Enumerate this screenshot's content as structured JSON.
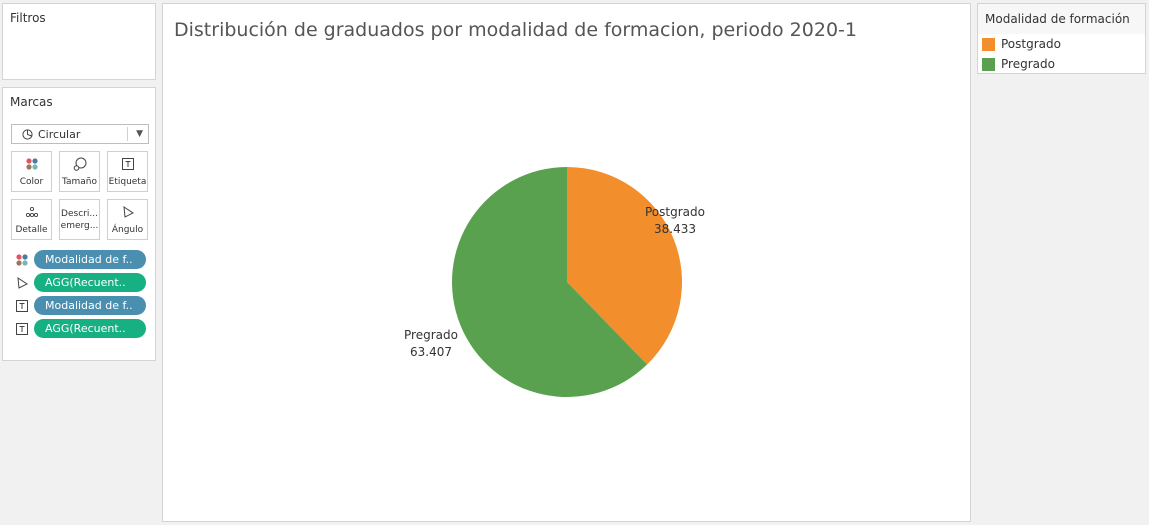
{
  "filters": {
    "title": "Filtros"
  },
  "marks": {
    "title": "Marcas",
    "mark_type": "Circular",
    "buttons": {
      "color": "Color",
      "size": "Tamaño",
      "label": "Etiqueta",
      "detail": "Detalle",
      "tooltip": "Descri… emerg…",
      "tooltip_line1": "Descri...",
      "tooltip_line2": "emerg...",
      "angle": "Ángulo"
    },
    "pills": [
      {
        "icon": "color-dots-icon",
        "label": "Modalidad de f..",
        "color": "#4a8fb0"
      },
      {
        "icon": "angle-icon",
        "label": "AGG(Recuent..",
        "color": "#17b082"
      },
      {
        "icon": "label-text-icon",
        "label": "Modalidad de f..",
        "color": "#4a8fb0"
      },
      {
        "icon": "label-text-icon",
        "label": "AGG(Recuent..",
        "color": "#17b082"
      }
    ]
  },
  "view": {
    "title": "Distribución de graduados por modalidad de formacion, periodo 2020-1"
  },
  "legend": {
    "title": "Modalidad de formación",
    "items": [
      {
        "label": "Postgrado",
        "color": "#f28e2b"
      },
      {
        "label": "Pregrado",
        "color": "#59a14f"
      }
    ]
  },
  "chart_data": {
    "type": "pie",
    "title": "Distribución de graduados por modalidad de formacion, periodo 2020-1",
    "slices": [
      {
        "name": "Postgrado",
        "value": 38433,
        "label_lines": [
          "Postgrado",
          "38.433"
        ],
        "color": "#f28e2b"
      },
      {
        "name": "Pregrado",
        "value": 63407,
        "label_lines": [
          "Pregrado",
          "63.407"
        ],
        "color": "#59a14f"
      }
    ]
  }
}
